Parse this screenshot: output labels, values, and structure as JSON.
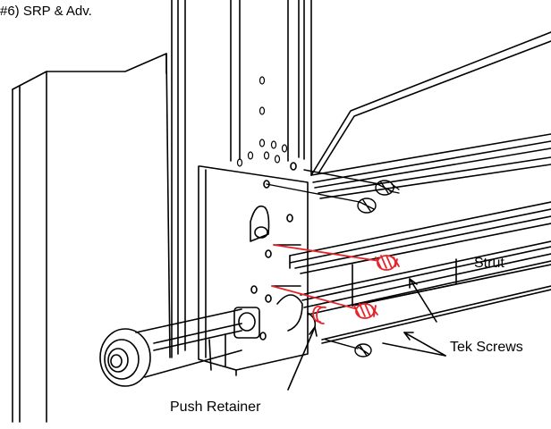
{
  "header": {
    "text": "#6) SRP & Adv."
  },
  "callouts": {
    "strut": "Strut",
    "tek_screws": "Tek Screws",
    "push_retainer": "Push  Retainer"
  },
  "colors": {
    "line": "#000000",
    "highlight": "#e8242b",
    "background": "#ffffff"
  }
}
